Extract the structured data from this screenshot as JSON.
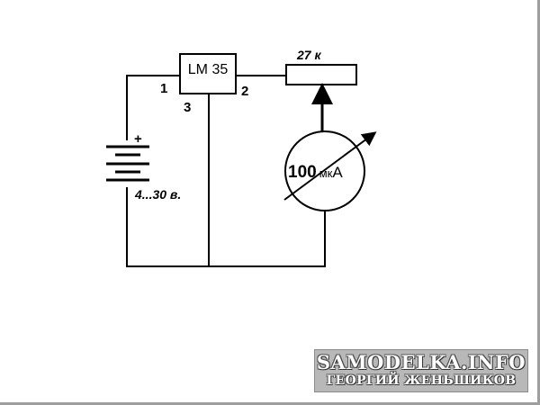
{
  "sensor": {
    "label": "LM 35",
    "pin1": "1",
    "pin2": "2",
    "pin3": "3"
  },
  "potentiometer": {
    "value": "27 к"
  },
  "battery": {
    "plus": "+",
    "voltage": "4...30 в."
  },
  "meter": {
    "value": "100",
    "unit_prefix": "мк",
    "unit": "А"
  },
  "watermark": {
    "site": "SAMODELKA.INFO",
    "author": "ГЕОРГИЙ ЖЕНЬШИКОВ"
  }
}
